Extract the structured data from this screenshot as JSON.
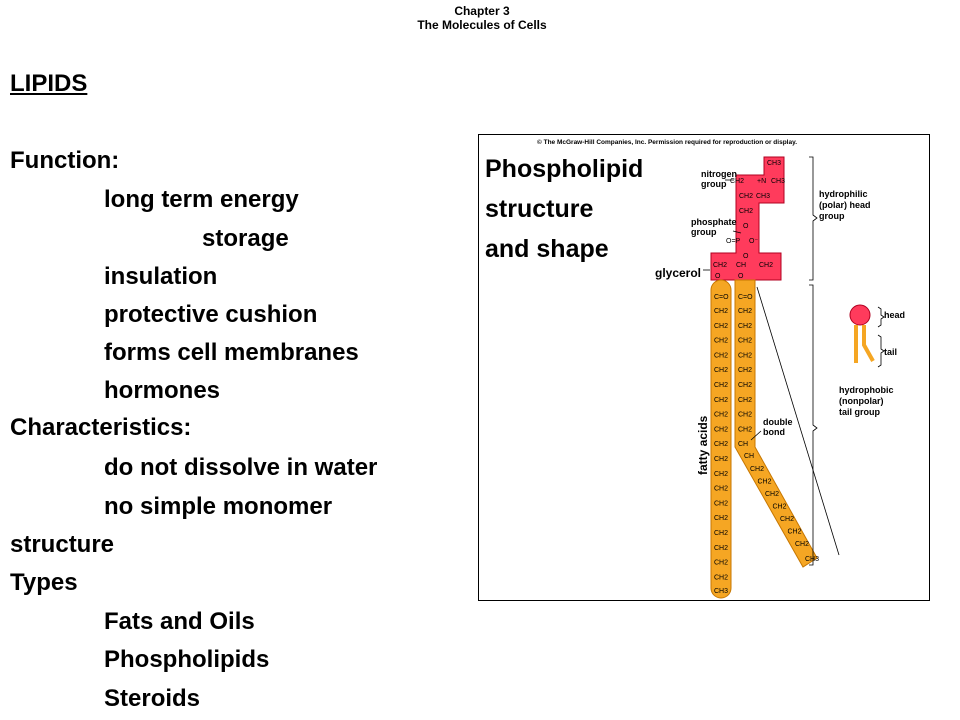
{
  "header": {
    "chapter": "Chapter 3",
    "subtitle": "The Molecules of Cells"
  },
  "heading": "LIPIDS",
  "outline": {
    "function_label": "Function:",
    "functions": [
      "long term energy",
      "storage",
      "insulation",
      "protective cushion",
      "forms cell membranes",
      "hormones"
    ],
    "characteristics_label": "Characteristics:",
    "characteristics": [
      "do not dissolve in water",
      "no simple monomer"
    ],
    "characteristics_wrap": "structure",
    "types_label": "Types",
    "types": [
      "Fats and Oils",
      "Phospholipids",
      "Steroids"
    ]
  },
  "figure": {
    "copyright": "© The McGraw-Hill Companies, Inc. Permission required for reproduction or display.",
    "title_lines": [
      "Phospholipid",
      "structure",
      "and shape"
    ],
    "labels": {
      "nitrogen_group": [
        "nitrogen",
        "group"
      ],
      "phosphate_group": [
        "phosphate",
        "group"
      ],
      "glycerol": "glycerol",
      "hydrophilic": [
        "hydrophilic",
        "(polar) head",
        "group"
      ],
      "head": "head",
      "tail": "tail",
      "hydrophobic": [
        "hydrophobic",
        "(nonpolar)",
        "tail group"
      ],
      "double_bond": [
        "double",
        "bond"
      ],
      "fatty_acids": "fatty acids"
    },
    "chem": {
      "ch3": "CH3",
      "ch2": "CH2",
      "ch": "CH",
      "n_plus": "+N",
      "o": "O",
      "o_minus": "O⁻",
      "p": "O=P",
      "c_o": "C=O"
    },
    "colors": {
      "head_fill": "#ff3b5c",
      "tail_fill": "#f5a623",
      "outline": "#000000"
    }
  }
}
